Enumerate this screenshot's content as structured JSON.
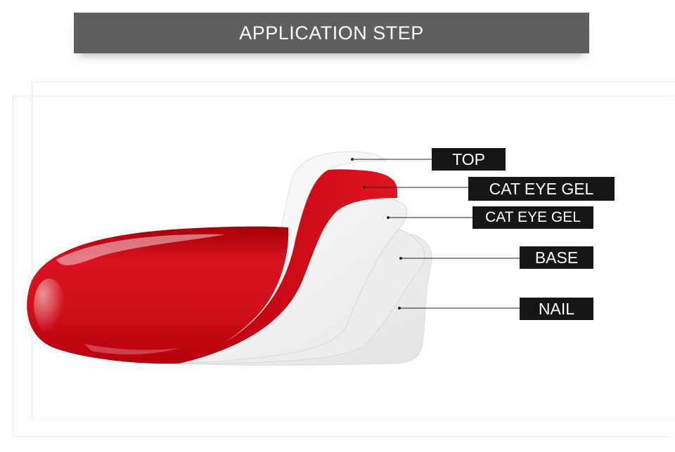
{
  "title": "APPLICATION STEP",
  "layers": [
    {
      "id": "top",
      "label": "TOP"
    },
    {
      "id": "cat-eye-gel-1",
      "label": "CAT EYE GEL"
    },
    {
      "id": "cat-eye-gel-2",
      "label": "CAT EYE GEL"
    },
    {
      "id": "base",
      "label": "BASE"
    },
    {
      "id": "nail",
      "label": "NAIL"
    }
  ],
  "colors": {
    "banner": "#5f5f5f",
    "polish_red": "#d0111e",
    "label_bg": "#161616",
    "label_text": "#ffffff"
  }
}
